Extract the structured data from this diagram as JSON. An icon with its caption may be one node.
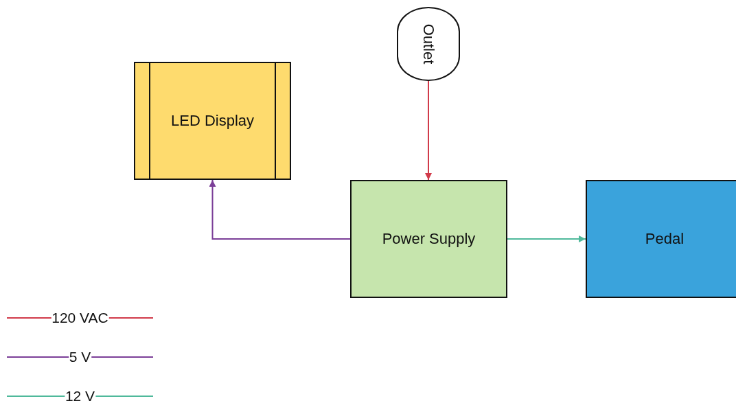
{
  "diagram": {
    "nodes": [
      {
        "text": [
          "Outlet"
        ]
      },
      {
        "text": [
          "LED Display"
        ]
      },
      {
        "text": [
          "Power Supply"
        ]
      },
      {
        "text": [
          "Pedal"
        ]
      }
    ],
    "edges": [
      {
        "from": 0,
        "to": 2,
        "arrow": "to",
        "color": "#d13a4a"
      },
      {
        "from": 2,
        "to": 1,
        "arrow": "to",
        "color": "#7b3f98"
      },
      {
        "from": 2,
        "to": 3,
        "arrow": "to",
        "color": "#4fb99b"
      }
    ],
    "legend": [
      {
        "text": "120 VAC"
      },
      {
        "text": "5 V"
      },
      {
        "text": "12 V"
      }
    ]
  }
}
